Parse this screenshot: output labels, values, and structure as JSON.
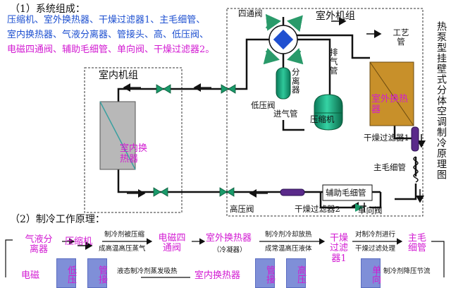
{
  "section1": {
    "title": "（1）系统组成：",
    "components_line1": "压缩机、室外换热器、干燥过滤器1、主毛细管、",
    "components_line2": "室内换热器、气液分离器、管接头、高、低压阀、",
    "components_line3": "电磁四通阀、辅助毛细管、单向阀、干燥过滤器2。"
  },
  "side_title": "热泵型挂壁式分体空调制冷原理图",
  "units": {
    "indoor": "室内机组",
    "outdoor": "室外机组"
  },
  "labels": {
    "four_way_valve": "四通阀",
    "exhaust_pipe": "排气管",
    "process_pipe": "工艺管",
    "separator": "分离器",
    "low_pressure_valve": "低压阀",
    "intake_pipe": "进气管",
    "compressor": "压缩机",
    "dryer_filter_1": "干燥过滤器1",
    "main_capillary": "主毛细管",
    "aux_capillary": "辅助毛细管",
    "high_pressure_valve": "高压阀",
    "dryer_filter_2": "干燥过滤器2",
    "check_valve": "单向阀",
    "outdoor_hx": "室外换热器",
    "indoor_hx": "室内换热器"
  },
  "section2": {
    "title": "（2）制冷工作原理：",
    "row1": {
      "step1": "气液分离器",
      "step2": "压缩机",
      "arrow1_top": "制冷剂被压缩",
      "arrow1_bottom": "成高温高压蒸气",
      "step3": "电磁四通阀",
      "step4": "室外换热器",
      "step4_sub": "（冷凝器）",
      "arrow2_top": "制冷剂冷却放热",
      "arrow2_bottom": "成常温高压液体",
      "step5": "干燥过滤器1",
      "arrow3_top": "对制冷剂进行",
      "arrow3_bottom": "干燥过滤处理",
      "step6": "主毛细管"
    },
    "row2": {
      "step1": "电磁",
      "box1": "低压",
      "box2": "管接",
      "arrow1": "液态制冷剂蒸发吸热",
      "step2": "室内换热器",
      "box3": "管接",
      "box4": "高压",
      "box5": "单向",
      "arrow2": "制冷剂降压节流"
    }
  }
}
